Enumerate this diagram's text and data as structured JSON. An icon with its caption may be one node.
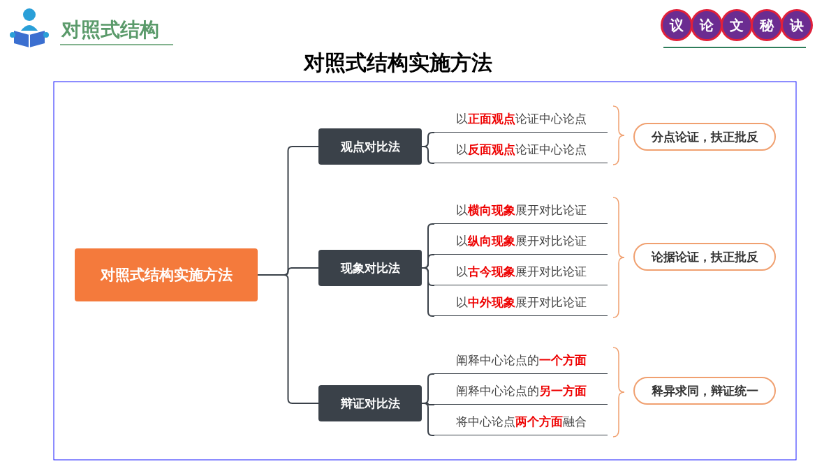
{
  "diagram": {
    "title": "对照式结构实施方法",
    "nodes": [
      {
        "text": [
          "对照式结构实施方法"
        ]
      },
      {
        "text": [
          "观点对比法"
        ]
      },
      {
        "text": [
          "以**正面观点**论证中心论点"
        ]
      },
      {
        "text": [
          "以**反面观点**论证中心论点"
        ]
      },
      {
        "text": [
          "分点论证，扶正批反"
        ]
      },
      {
        "text": [
          "现象对比法"
        ]
      },
      {
        "text": [
          "以**横向现象**展开对比论证"
        ]
      },
      {
        "text": [
          "以**纵向现象**展开对比论证"
        ]
      },
      {
        "text": [
          "以**古今现象**展开对比论证"
        ]
      },
      {
        "text": [
          "以**中外现象**展开对比论证"
        ]
      },
      {
        "text": [
          "论据论证，扶正批反"
        ]
      },
      {
        "text": [
          "辩证对比法"
        ]
      },
      {
        "text": [
          "阐释中心论点的**一个方面**"
        ]
      },
      {
        "text": [
          "阐释中心论点的**另一方面**"
        ]
      },
      {
        "text": [
          "将中心论点**两个方面**融合"
        ]
      },
      {
        "text": [
          "释异求同，辩证统一"
        ]
      },
      {
        "text": [
          "议"
        ]
      },
      {
        "text": [
          "论"
        ]
      },
      {
        "text": [
          "文"
        ]
      },
      {
        "text": [
          "秘"
        ]
      },
      {
        "text": [
          "诀"
        ]
      }
    ],
    "edges": [
      {
        "from": 0,
        "to": 1,
        "arrow": "none"
      },
      {
        "from": 0,
        "to": 5,
        "arrow": "none"
      },
      {
        "from": 0,
        "to": 11,
        "arrow": "none"
      },
      {
        "from": 1,
        "to": 2,
        "arrow": "none"
      },
      {
        "from": 1,
        "to": 3,
        "arrow": "none"
      },
      {
        "from": 5,
        "to": 6,
        "arrow": "none"
      },
      {
        "from": 5,
        "to": 7,
        "arrow": "none"
      },
      {
        "from": 5,
        "to": 8,
        "arrow": "none"
      },
      {
        "from": 5,
        "to": 9,
        "arrow": "none"
      },
      {
        "from": 11,
        "to": 12,
        "arrow": "none"
      },
      {
        "from": 11,
        "to": 13,
        "arrow": "none"
      },
      {
        "from": 11,
        "to": 14,
        "arrow": "none"
      }
    ],
    "labels": [
      "对照式结构"
    ]
  }
}
